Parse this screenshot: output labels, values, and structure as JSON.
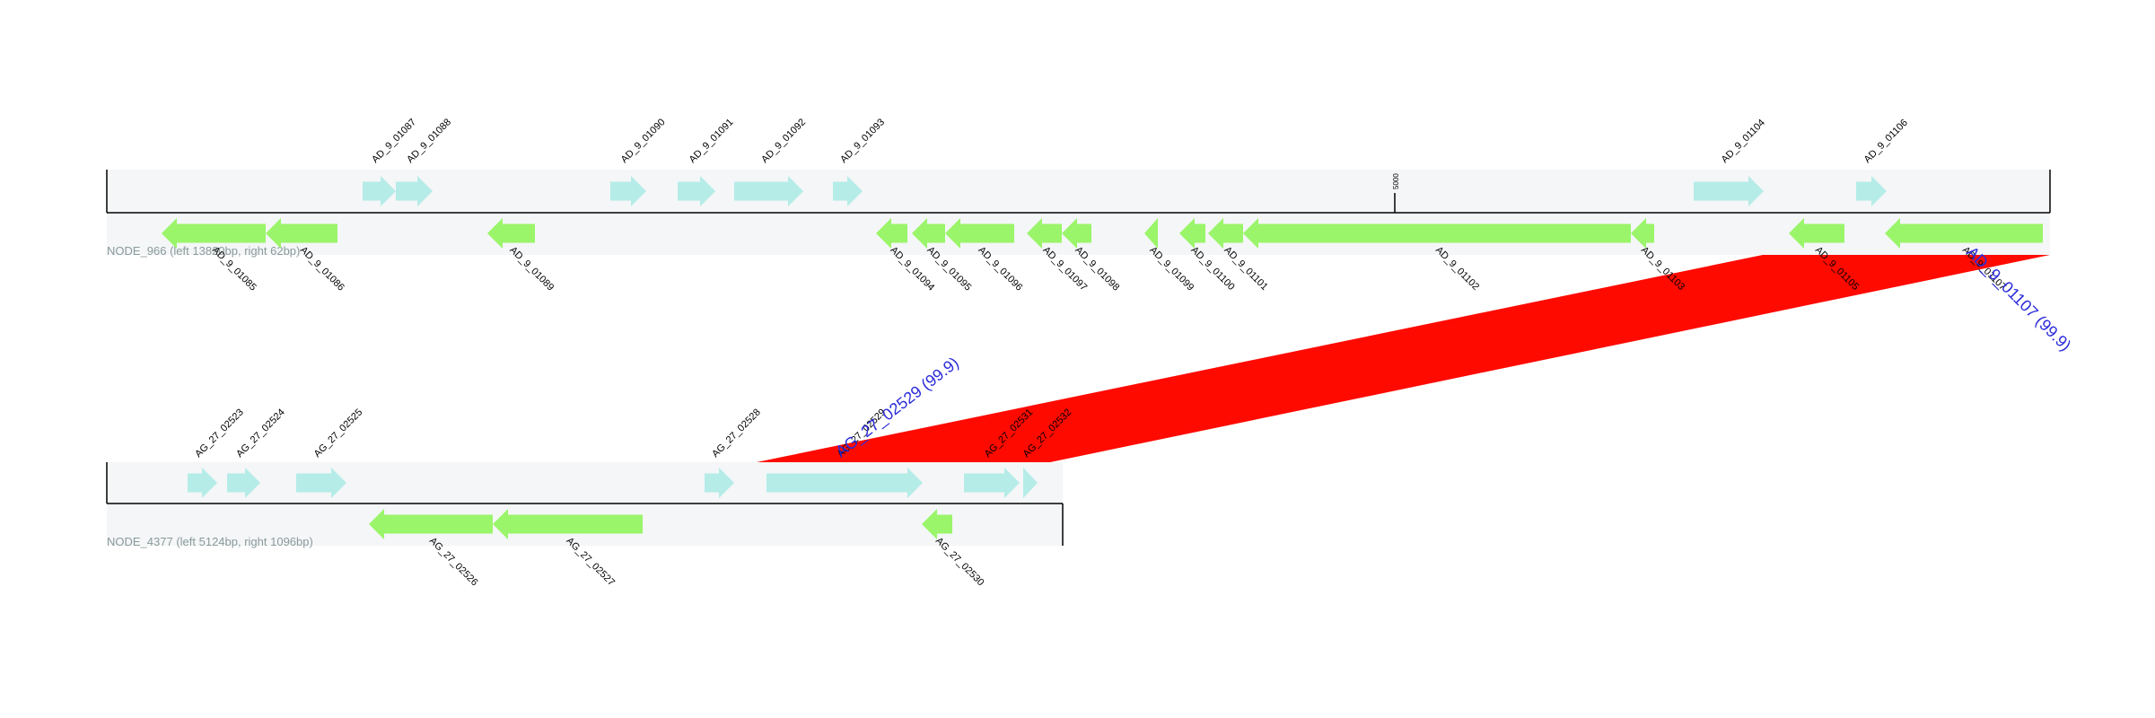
{
  "colors": {
    "forward_gene": "#b5ece8",
    "reverse_gene": "#9af56a",
    "track_bg": "#f4f6f7",
    "axis": "#000000",
    "homology": "#ff0a00",
    "hit_label": "#2b2bd9",
    "contig_label": "#8a9a9a"
  },
  "contigs": [
    {
      "id": "node966",
      "label": "NODE_966 (left 13820bp, right 62bp)",
      "tick_label": "5000",
      "genes": [
        {
          "id": "AD_9_01085",
          "strand": "-"
        },
        {
          "id": "AD_9_01086",
          "strand": "-"
        },
        {
          "id": "AD_9_01087",
          "strand": "+"
        },
        {
          "id": "AD_9_01088",
          "strand": "+"
        },
        {
          "id": "AD_9_01089",
          "strand": "-"
        },
        {
          "id": "AD_9_01090",
          "strand": "+"
        },
        {
          "id": "AD_9_01091",
          "strand": "+"
        },
        {
          "id": "AD_9_01092",
          "strand": "+"
        },
        {
          "id": "AD_9_01093",
          "strand": "+"
        },
        {
          "id": "AD_9_01094",
          "strand": "-"
        },
        {
          "id": "AD_9_01095",
          "strand": "-"
        },
        {
          "id": "AD_9_01096",
          "strand": "-"
        },
        {
          "id": "AD_9_01097",
          "strand": "-"
        },
        {
          "id": "AD_9_01098",
          "strand": "-"
        },
        {
          "id": "AD_9_01099",
          "strand": "-"
        },
        {
          "id": "AD_9_01100",
          "strand": "-"
        },
        {
          "id": "AD_9_01101",
          "strand": "-"
        },
        {
          "id": "AD_9_01102",
          "strand": "-"
        },
        {
          "id": "AD_9_01103",
          "strand": "-"
        },
        {
          "id": "AD_9_01104",
          "strand": "+"
        },
        {
          "id": "AD_9_01105",
          "strand": "-"
        },
        {
          "id": "AD_9_01106",
          "strand": "+"
        },
        {
          "id": "AD_9_01107",
          "strand": "-"
        }
      ]
    },
    {
      "id": "node4377",
      "label": "NODE_4377 (left 5124bp, right 1096bp)",
      "genes": [
        {
          "id": "AG_27_02523",
          "strand": "+"
        },
        {
          "id": "AG_27_02524",
          "strand": "+"
        },
        {
          "id": "AG_27_02525",
          "strand": "+"
        },
        {
          "id": "AG_27_02526",
          "strand": "-"
        },
        {
          "id": "AG_27_02527",
          "strand": "-"
        },
        {
          "id": "AG_27_02528",
          "strand": "+"
        },
        {
          "id": "AG_27_02529",
          "strand": "+"
        },
        {
          "id": "AG_27_02530",
          "strand": "-"
        },
        {
          "id": "AG_27_02531",
          "strand": "+"
        },
        {
          "id": "AG_27_02532",
          "strand": "+"
        }
      ]
    }
  ],
  "hit_labels": {
    "top": "AD_9_01107 (99.9)",
    "bottom": "AG_27_02529 (99.9)"
  }
}
